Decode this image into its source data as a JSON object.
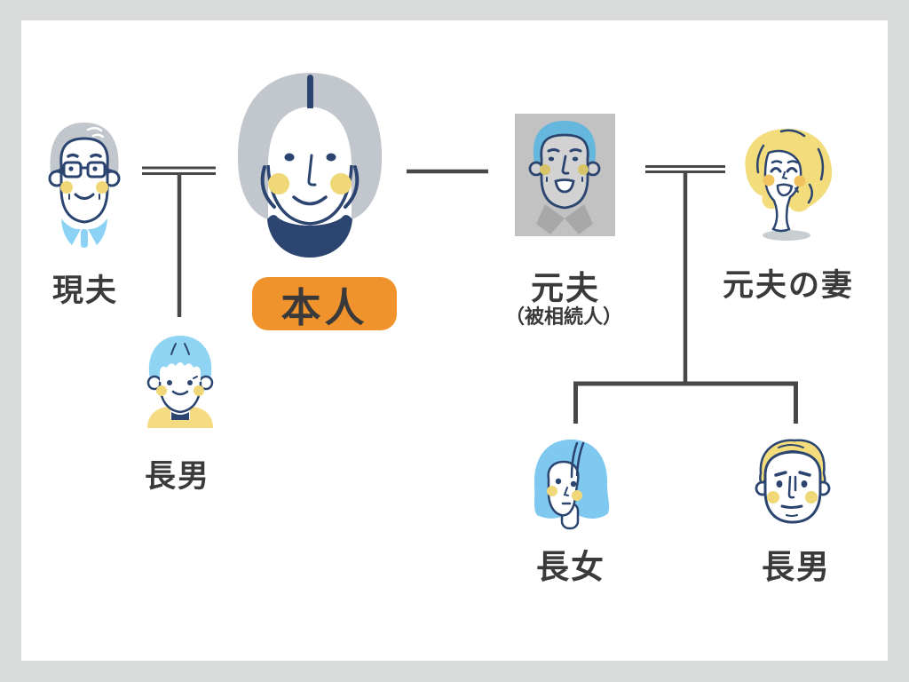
{
  "diagram_type": "family-tree-inheritance",
  "persons": {
    "current_husband": {
      "label": "現夫",
      "portrait": "elderly-man-glasses-blue-shirt"
    },
    "self": {
      "label": "本人",
      "portrait": "elderly-woman-gray-hair",
      "highlighted": true
    },
    "ex_husband": {
      "label": "元夫",
      "sublabel": "（被相続人）",
      "portrait": "deceased-man-framed-photo"
    },
    "ex_wife": {
      "label": "元夫の妻",
      "portrait": "blonde-woman"
    },
    "son_left": {
      "label": "長男",
      "portrait": "boy-child-blue-hair-yellow-shirt"
    },
    "daughter": {
      "label": "長女",
      "portrait": "young-woman-blue-bob"
    },
    "son_right": {
      "label": "長男",
      "portrait": "blond-young-man"
    }
  },
  "relationships": [
    {
      "between": [
        "現夫",
        "本人"
      ],
      "style": "double-line-marriage"
    },
    {
      "between": [
        "本人",
        "元夫"
      ],
      "style": "single-line"
    },
    {
      "between": [
        "元夫",
        "元夫の妻"
      ],
      "style": "double-line-marriage"
    },
    {
      "parents": [
        "現夫",
        "本人"
      ],
      "children": [
        "長男"
      ]
    },
    {
      "parents": [
        "元夫",
        "元夫の妻"
      ],
      "children": [
        "長女",
        "長男"
      ]
    }
  ],
  "colors": {
    "frame": "#d9dbdb",
    "canvas": "#ffffff",
    "outline_navy": "#2b4570",
    "hair_gray": "#c2c6cd",
    "light_blue": "#8bd2f5",
    "bob_blue": "#7fc8f0",
    "photo_hair_blue": "#66b7dd",
    "photo_bg": "#c2c2c2",
    "photo_face": "#d2d2d2",
    "photo_collar": "#a8a8a8",
    "cheek_yellow": "#f0d878",
    "blonde_yellow": "#f3dc7c",
    "badge_orange": "#f0932c",
    "connector_gray": "#484848",
    "text_dark": "#3a3a3a",
    "shadow_gray": "#c8cdd2"
  }
}
